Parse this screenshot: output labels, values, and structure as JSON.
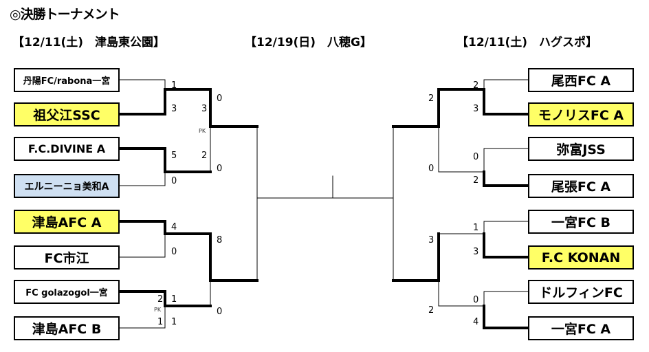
{
  "title": "◎決勝トーナメント",
  "venues": {
    "left": "【12/11(土)　津島東公園】",
    "center": "【12/19(日)　八穂G】",
    "right": "【12/11(土)　ハグスポ】"
  },
  "left_teams": [
    {
      "name": "丹陽FC/rabona一宮",
      "highlight": "none"
    },
    {
      "name": "祖父江SSC",
      "highlight": "yellow"
    },
    {
      "name": "F.C.DIVINE A",
      "highlight": "none"
    },
    {
      "name": "エルニーニョ美和A",
      "highlight": "blue"
    },
    {
      "name": "津島AFC A",
      "highlight": "yellow"
    },
    {
      "name": "FC市江",
      "highlight": "none"
    },
    {
      "name": "FC golazogol一宮",
      "highlight": "none"
    },
    {
      "name": "津島AFC B",
      "highlight": "none"
    }
  ],
  "right_teams": [
    {
      "name": "尾西FC A",
      "highlight": "none"
    },
    {
      "name": "モノリスFC A",
      "highlight": "yellow"
    },
    {
      "name": "弥富JSS",
      "highlight": "none"
    },
    {
      "name": "尾張FC A",
      "highlight": "none"
    },
    {
      "name": "一宮FC B",
      "highlight": "none"
    },
    {
      "name": "F.C KONAN",
      "highlight": "yellow"
    },
    {
      "name": "ドルフィンFC",
      "highlight": "none"
    },
    {
      "name": "一宮FC A",
      "highlight": "none"
    }
  ],
  "scores": {
    "l1_m1": [
      "1",
      "3"
    ],
    "l1_m2": [
      "5",
      "0"
    ],
    "l1_m3": [
      "4",
      "0"
    ],
    "l1_m4": [
      "1",
      "1"
    ],
    "l1_m4_pk": [
      "2",
      "1"
    ],
    "l2_m1": [
      "3",
      "2"
    ],
    "l2_m2": [
      "8",
      ""
    ],
    "l3": [
      "0",
      "0"
    ],
    "l3b": [
      "8",
      "0"
    ],
    "r1_m1": [
      "2",
      "3"
    ],
    "r1_m2": [
      "0",
      "2"
    ],
    "r1_m3": [
      "1",
      "3"
    ],
    "r1_m4": [
      "0",
      "4"
    ],
    "r2": [
      "2",
      "0"
    ],
    "r2b": [
      "3",
      "2"
    ]
  },
  "pk_label": "PK"
}
